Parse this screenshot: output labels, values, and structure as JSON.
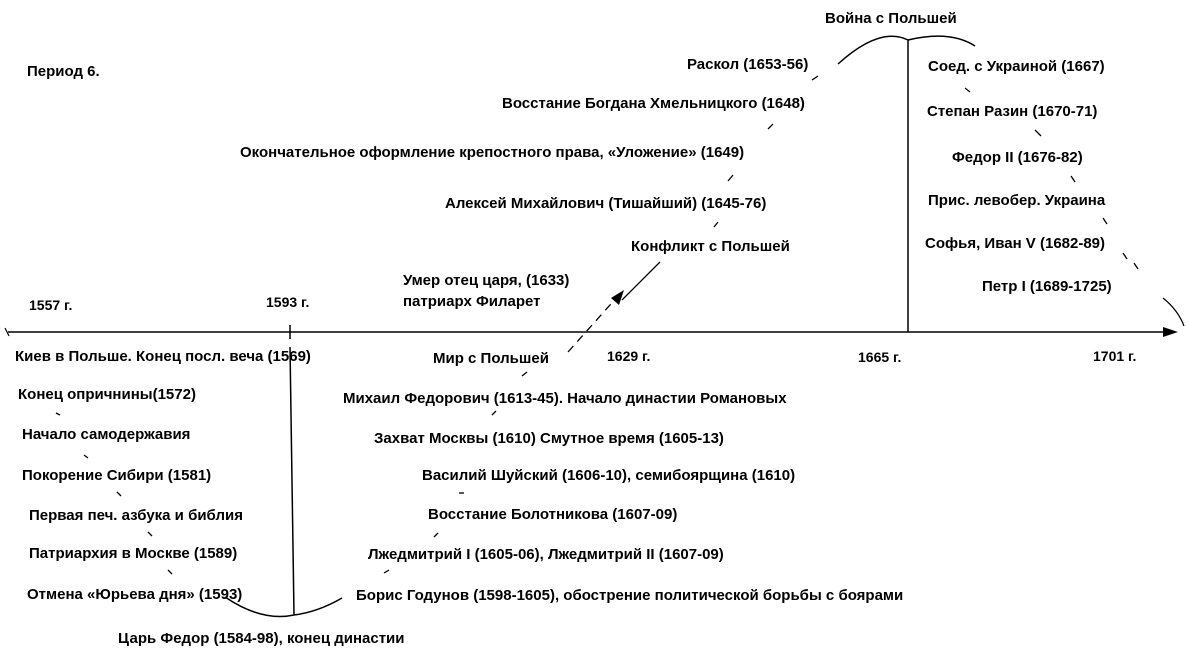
{
  "period_label": "Период 6.",
  "axis_years": [
    "1557 г.",
    "1593 г.",
    "1629 г.",
    "1665 г.",
    "1701 г."
  ],
  "peak_label": "Война с Польшей",
  "right_events": [
    "Соед. с Украиной (1667)",
    "Степан Разин (1670-71)",
    "Федор II (1676-82)",
    "Прис. левобер. Украина",
    "Софья, Иван V (1682-89)",
    "Петр I (1689-1725)"
  ],
  "middle_upper_events": [
    "Раскол (1653-56)",
    "Восстание Богдана Хмельницкого (1648)",
    "Окончательное оформление крепостного права, «Уложение» (1649)",
    "Алексей Михайлович (Тишайший) (1645-76)",
    "Конфликт с Польшей"
  ],
  "filaret_line1": "Умер отец царя, (1633)",
  "filaret_line2": "патриарх  Филарет",
  "left_events": [
    "Киев в Польше. Конец посл. веча (1569)",
    "Конец опричнины(1572)",
    "Начало самодержавия",
    "Покорение Сибири (1581)",
    "Первая печ. азбука и библия",
    "Патриархия в Москве (1589)",
    "Отмена «Юрьева дня» (1593)"
  ],
  "left_bottom": "Царь Федор (1584-98), конец династии",
  "middle_lower_events": [
    "Мир с Польшей",
    "Михаил Федорович (1613-45). Начало династии Романовых",
    "Захват Москвы (1610) Смутное время (1605-13)",
    "Василий Шуйский (1606-10), семибоярщина (1610)",
    "Восстание Болотникова (1607-09)",
    "Лжедмитрий I (1605-06), Лжедмитрий II (1607-09)",
    "Борис Годунов (1598-1605), обострение политической борьбы с боярами"
  ]
}
